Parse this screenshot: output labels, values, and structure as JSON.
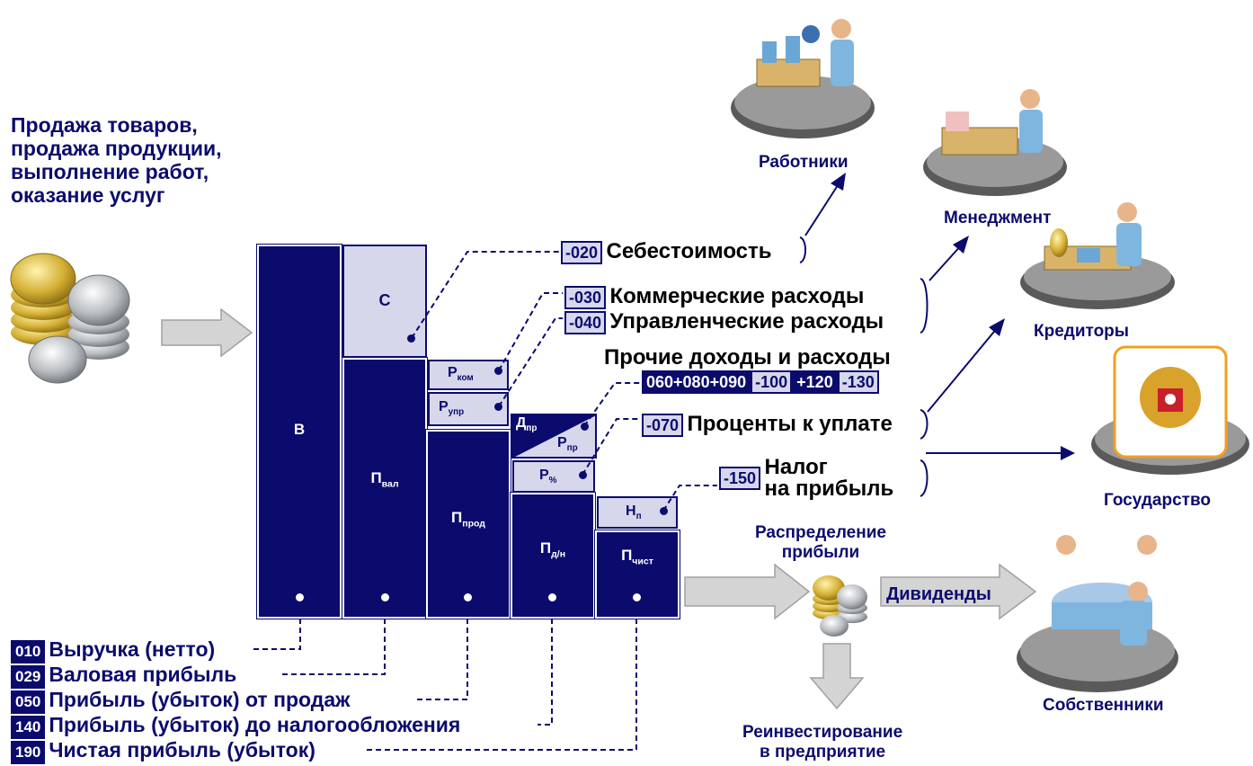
{
  "intro_text": [
    "Продажа товаров,",
    "продажа продукции,",
    "выполнение работ,",
    "оказание услуг"
  ],
  "bars": {
    "v": "В",
    "c": "С",
    "p_val": {
      "base": "П",
      "sub": "вал"
    },
    "p_prod": {
      "base": "П",
      "sub": "прод"
    },
    "p_dn": {
      "base": "П",
      "sub": "д/н"
    },
    "p_chist": {
      "base": "П",
      "sub": "чист"
    },
    "r_kom": {
      "base": "Р",
      "sub": "ком"
    },
    "r_upr": {
      "base": "Р",
      "sub": "упр"
    },
    "d_pr": {
      "base": "Д",
      "sub": "пр"
    },
    "r_pr": {
      "base": "Р",
      "sub": "пр"
    },
    "r_pct": {
      "base": "Р",
      "sub": "%"
    },
    "n_p": {
      "base": "Н",
      "sub": "п"
    }
  },
  "right_labels": {
    "cost": {
      "code": "-020",
      "text": "Себестоимость"
    },
    "commercial": {
      "code": "-030",
      "text": "Коммерческие расходы"
    },
    "management": {
      "code": "-040",
      "text": "Управленческие расходы"
    },
    "other_title": "Прочие доходы и расходы",
    "other_codes": [
      "060+080+090",
      "-100",
      "+120",
      "-130"
    ],
    "interest": {
      "code": "-070",
      "text": "Проценты к уплате"
    },
    "tax": {
      "code": "-150",
      "line1": "Налог",
      "line2": "на прибыль"
    }
  },
  "bottom_items": [
    {
      "code": "010",
      "text": "Выручка (нетто)"
    },
    {
      "code": "029",
      "text": "Валовая прибыль"
    },
    {
      "code": "050",
      "text": "Прибыль (убыток) от продаж"
    },
    {
      "code": "140",
      "text": "Прибыль (убыток) до налогообложения"
    },
    {
      "code": "190",
      "text": "Чистая прибыль (убыток)"
    }
  ],
  "recipients": {
    "workers": "Работники",
    "management": "Менеджмент",
    "creditors": "Кредиторы",
    "state": "Государство",
    "owners": "Собственники"
  },
  "distribution": {
    "line1": "Распределение",
    "line2": "прибыли"
  },
  "dividends": "Дивиденды",
  "reinvest": {
    "line1": "Реинвестирование",
    "line2": "в предприятие"
  },
  "colors": {
    "navy": "#0b0b6e",
    "light": "#d7d7ec",
    "arrow": "#d4d4d4"
  }
}
